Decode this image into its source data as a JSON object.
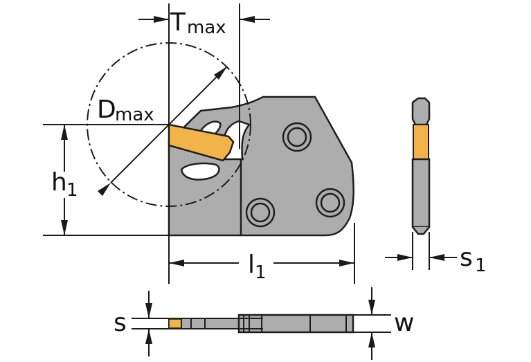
{
  "labels": {
    "t_max": {
      "main": "T",
      "sub": "max"
    },
    "d_max": {
      "main": "D",
      "sub": "max"
    },
    "h1": {
      "main": "h",
      "sub": "1"
    },
    "l1": {
      "main": "l",
      "sub": "1"
    },
    "s1": {
      "main": "s",
      "sub": "1"
    },
    "s": "s",
    "w": "w"
  },
  "colors": {
    "body": "#adadad",
    "body_outline": "#1e1e1e",
    "insert": "#f2b44a",
    "lines": "#1a1a1a",
    "background": "#ffffff"
  }
}
